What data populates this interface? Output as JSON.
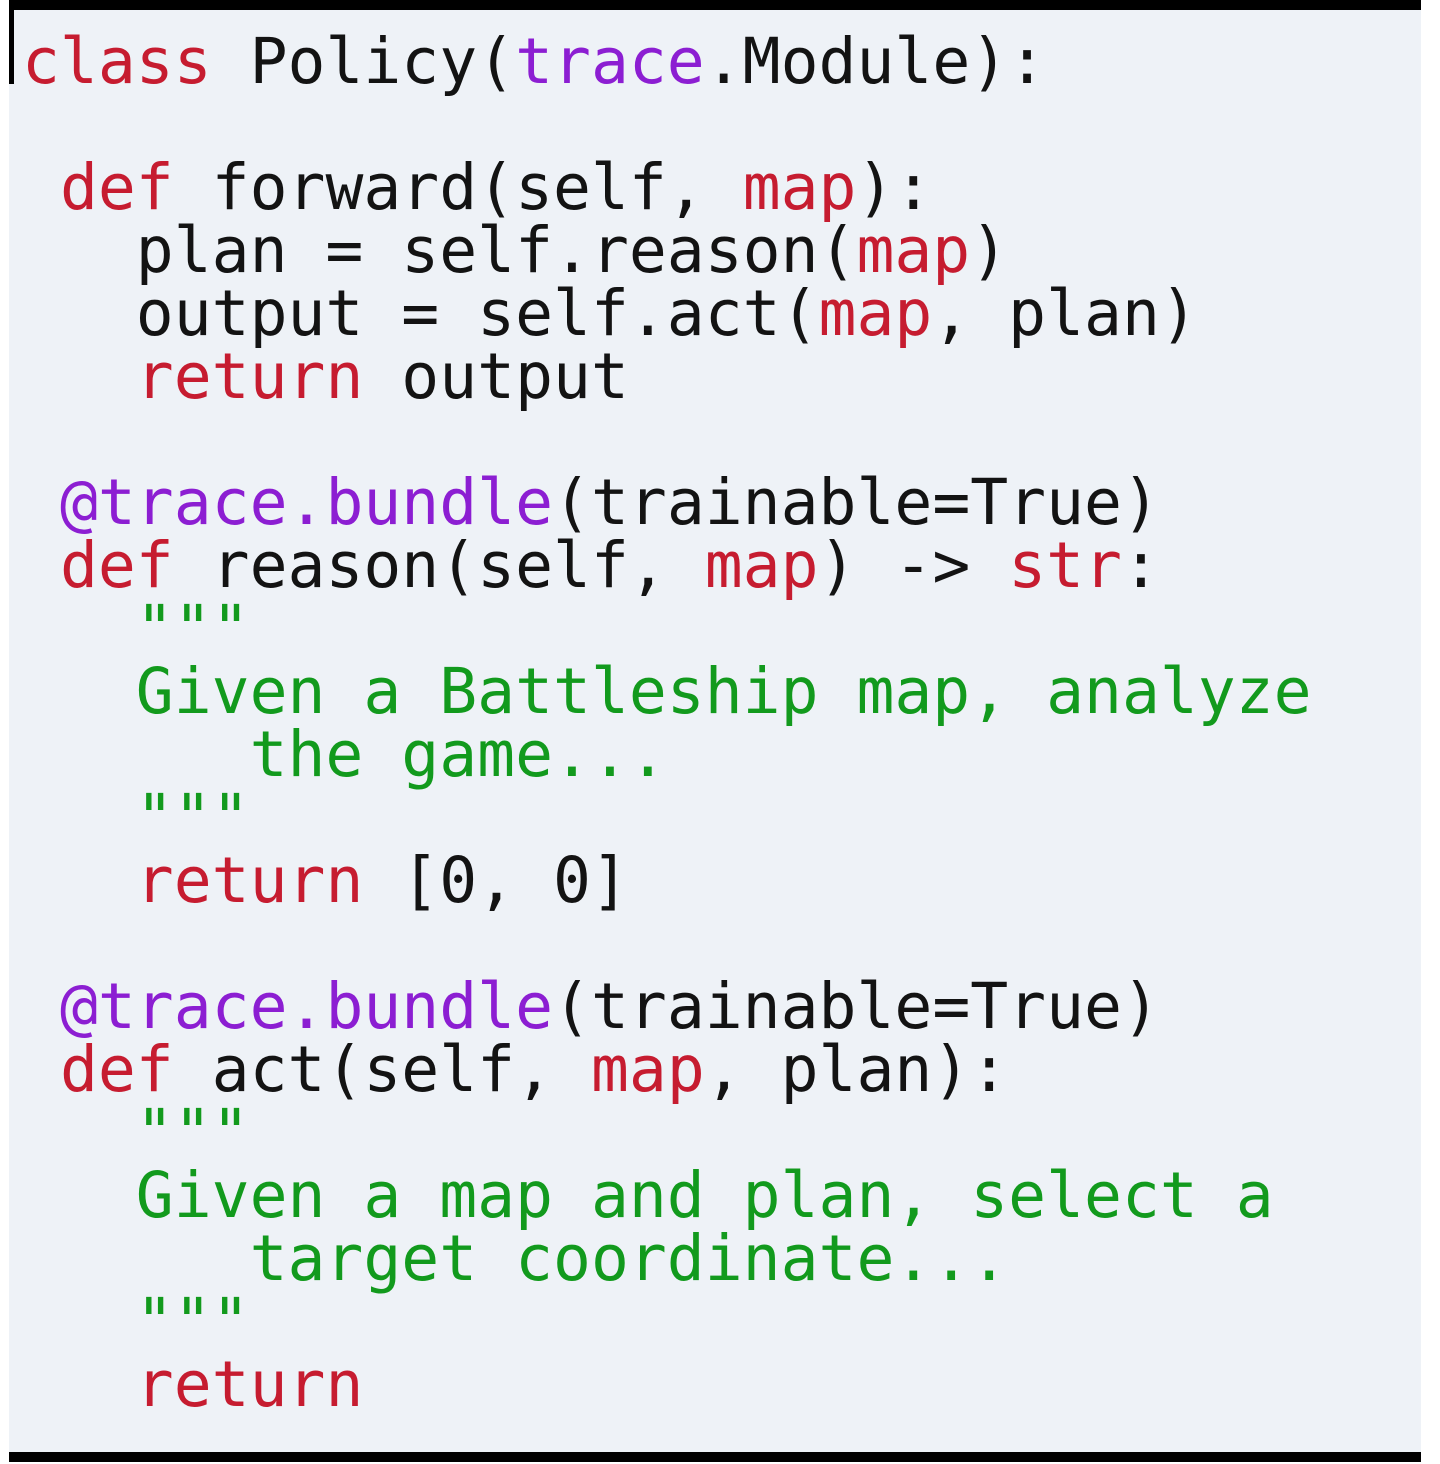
{
  "page": {
    "background": "#ffffff",
    "frame_border_color": "#000000"
  },
  "code_box": {
    "background": "#eef2f7",
    "colors": {
      "keyword": "#c61c30",
      "namespace": "#8c1ed2",
      "string": "#129a1d",
      "plain": "#131313"
    },
    "lines": [
      [
        {
          "t": "class",
          "c": "keyword"
        },
        {
          "t": " Policy(",
          "c": "plain"
        },
        {
          "t": "trace",
          "c": "namespace"
        },
        {
          "t": ".Module):",
          "c": "plain"
        }
      ],
      [],
      [
        {
          "t": " ",
          "c": "plain"
        },
        {
          "t": "def",
          "c": "keyword"
        },
        {
          "t": " forward(self, ",
          "c": "plain"
        },
        {
          "t": "map",
          "c": "keyword"
        },
        {
          "t": "):",
          "c": "plain"
        }
      ],
      [
        {
          "t": "   plan = self.reason(",
          "c": "plain"
        },
        {
          "t": "map",
          "c": "keyword"
        },
        {
          "t": ")",
          "c": "plain"
        }
      ],
      [
        {
          "t": "   output = self.act(",
          "c": "plain"
        },
        {
          "t": "map",
          "c": "keyword"
        },
        {
          "t": ", plan)",
          "c": "plain"
        }
      ],
      [
        {
          "t": "   ",
          "c": "plain"
        },
        {
          "t": "return",
          "c": "keyword"
        },
        {
          "t": " output",
          "c": "plain"
        }
      ],
      [],
      [
        {
          "t": " ",
          "c": "plain"
        },
        {
          "t": "@trace.bundle",
          "c": "namespace"
        },
        {
          "t": "(trainable=True)",
          "c": "plain"
        }
      ],
      [
        {
          "t": " ",
          "c": "plain"
        },
        {
          "t": "def",
          "c": "keyword"
        },
        {
          "t": " reason(self, ",
          "c": "plain"
        },
        {
          "t": "map",
          "c": "keyword"
        },
        {
          "t": ") -> ",
          "c": "plain"
        },
        {
          "t": "str",
          "c": "keyword"
        },
        {
          "t": ":",
          "c": "plain"
        }
      ],
      [
        {
          "t": "   \"\"\"",
          "c": "string"
        }
      ],
      [
        {
          "t": "   Given a Battleship map, analyze",
          "c": "string"
        }
      ],
      [
        {
          "t": "      the game...",
          "c": "string"
        }
      ],
      [
        {
          "t": "   \"\"\"",
          "c": "string"
        }
      ],
      [
        {
          "t": "   ",
          "c": "plain"
        },
        {
          "t": "return",
          "c": "keyword"
        },
        {
          "t": " [0, 0]",
          "c": "plain"
        }
      ],
      [],
      [
        {
          "t": " ",
          "c": "plain"
        },
        {
          "t": "@trace.bundle",
          "c": "namespace"
        },
        {
          "t": "(trainable=True)",
          "c": "plain"
        }
      ],
      [
        {
          "t": " ",
          "c": "plain"
        },
        {
          "t": "def",
          "c": "keyword"
        },
        {
          "t": " act(self, ",
          "c": "plain"
        },
        {
          "t": "map",
          "c": "keyword"
        },
        {
          "t": ", plan):",
          "c": "plain"
        }
      ],
      [
        {
          "t": "   \"\"\"",
          "c": "string"
        }
      ],
      [
        {
          "t": "   Given a map and plan, select a",
          "c": "string"
        }
      ],
      [
        {
          "t": "      target coordinate...",
          "c": "string"
        }
      ],
      [
        {
          "t": "   \"\"\"",
          "c": "string"
        }
      ],
      [
        {
          "t": "   ",
          "c": "plain"
        },
        {
          "t": "return",
          "c": "keyword"
        }
      ]
    ]
  }
}
